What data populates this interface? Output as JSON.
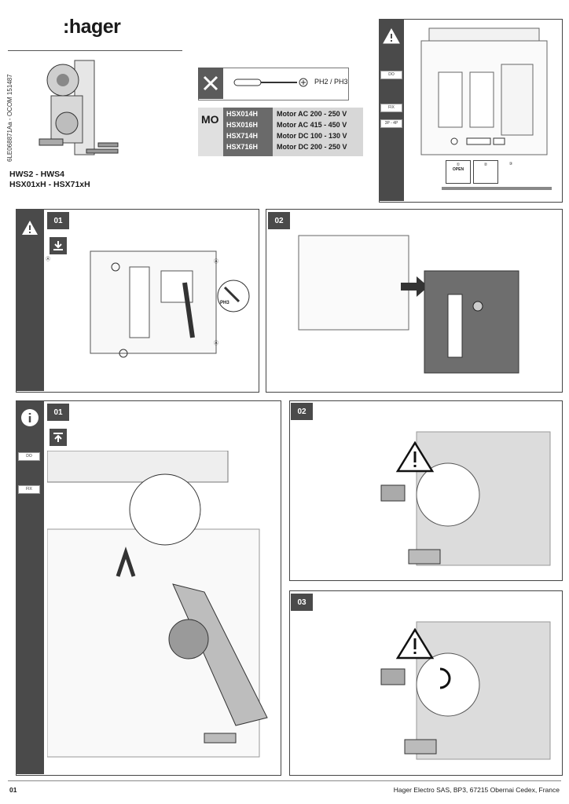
{
  "brand": {
    "logo_text": ":hager"
  },
  "document_ref": "6LE068871Aa - OCOM 151487",
  "models": {
    "line1": "HWS2 - HWS4",
    "line2": "HSX01xH - HSX71xH"
  },
  "tools": {
    "screwdriver_label": "PH2 / PH3",
    "tools_icon": "tools-icon"
  },
  "mo_table": {
    "label": "MO",
    "rows": [
      {
        "ref": "HSX014H",
        "desc": "Motor AC 200 - 250 V"
      },
      {
        "ref": "HSX016H",
        "desc": "Motor AC 415 - 450 V"
      },
      {
        "ref": "HSX714H",
        "desc": "Motor DC 100 - 130 V"
      },
      {
        "ref": "HSX716H",
        "desc": "Motor DC 200 - 250 V"
      }
    ]
  },
  "warning_panel": {
    "tags": [
      "DO",
      "FIX",
      "3P - 4P"
    ],
    "legend": {
      "n1": "①",
      "n2": "②",
      "n3": "③",
      "open_label": "OPEN"
    }
  },
  "step_panels": {
    "a_step": "01",
    "b_step": "02",
    "c_step": "01",
    "c_tags": [
      "DO",
      "FIX"
    ],
    "d_step": "02",
    "e_step": "03",
    "ph_label": "PH3",
    "marker": "Ⓐ"
  },
  "footer": {
    "page": "01",
    "address": "Hager Electro SAS, BP3, 67215 Obernai Cedex, France"
  },
  "colors": {
    "sidebar": "#4a4a4a",
    "panel_border": "#444444",
    "mo_ref_bg": "#6a6a6a",
    "mo_desc_bg": "#d7d7d7"
  }
}
